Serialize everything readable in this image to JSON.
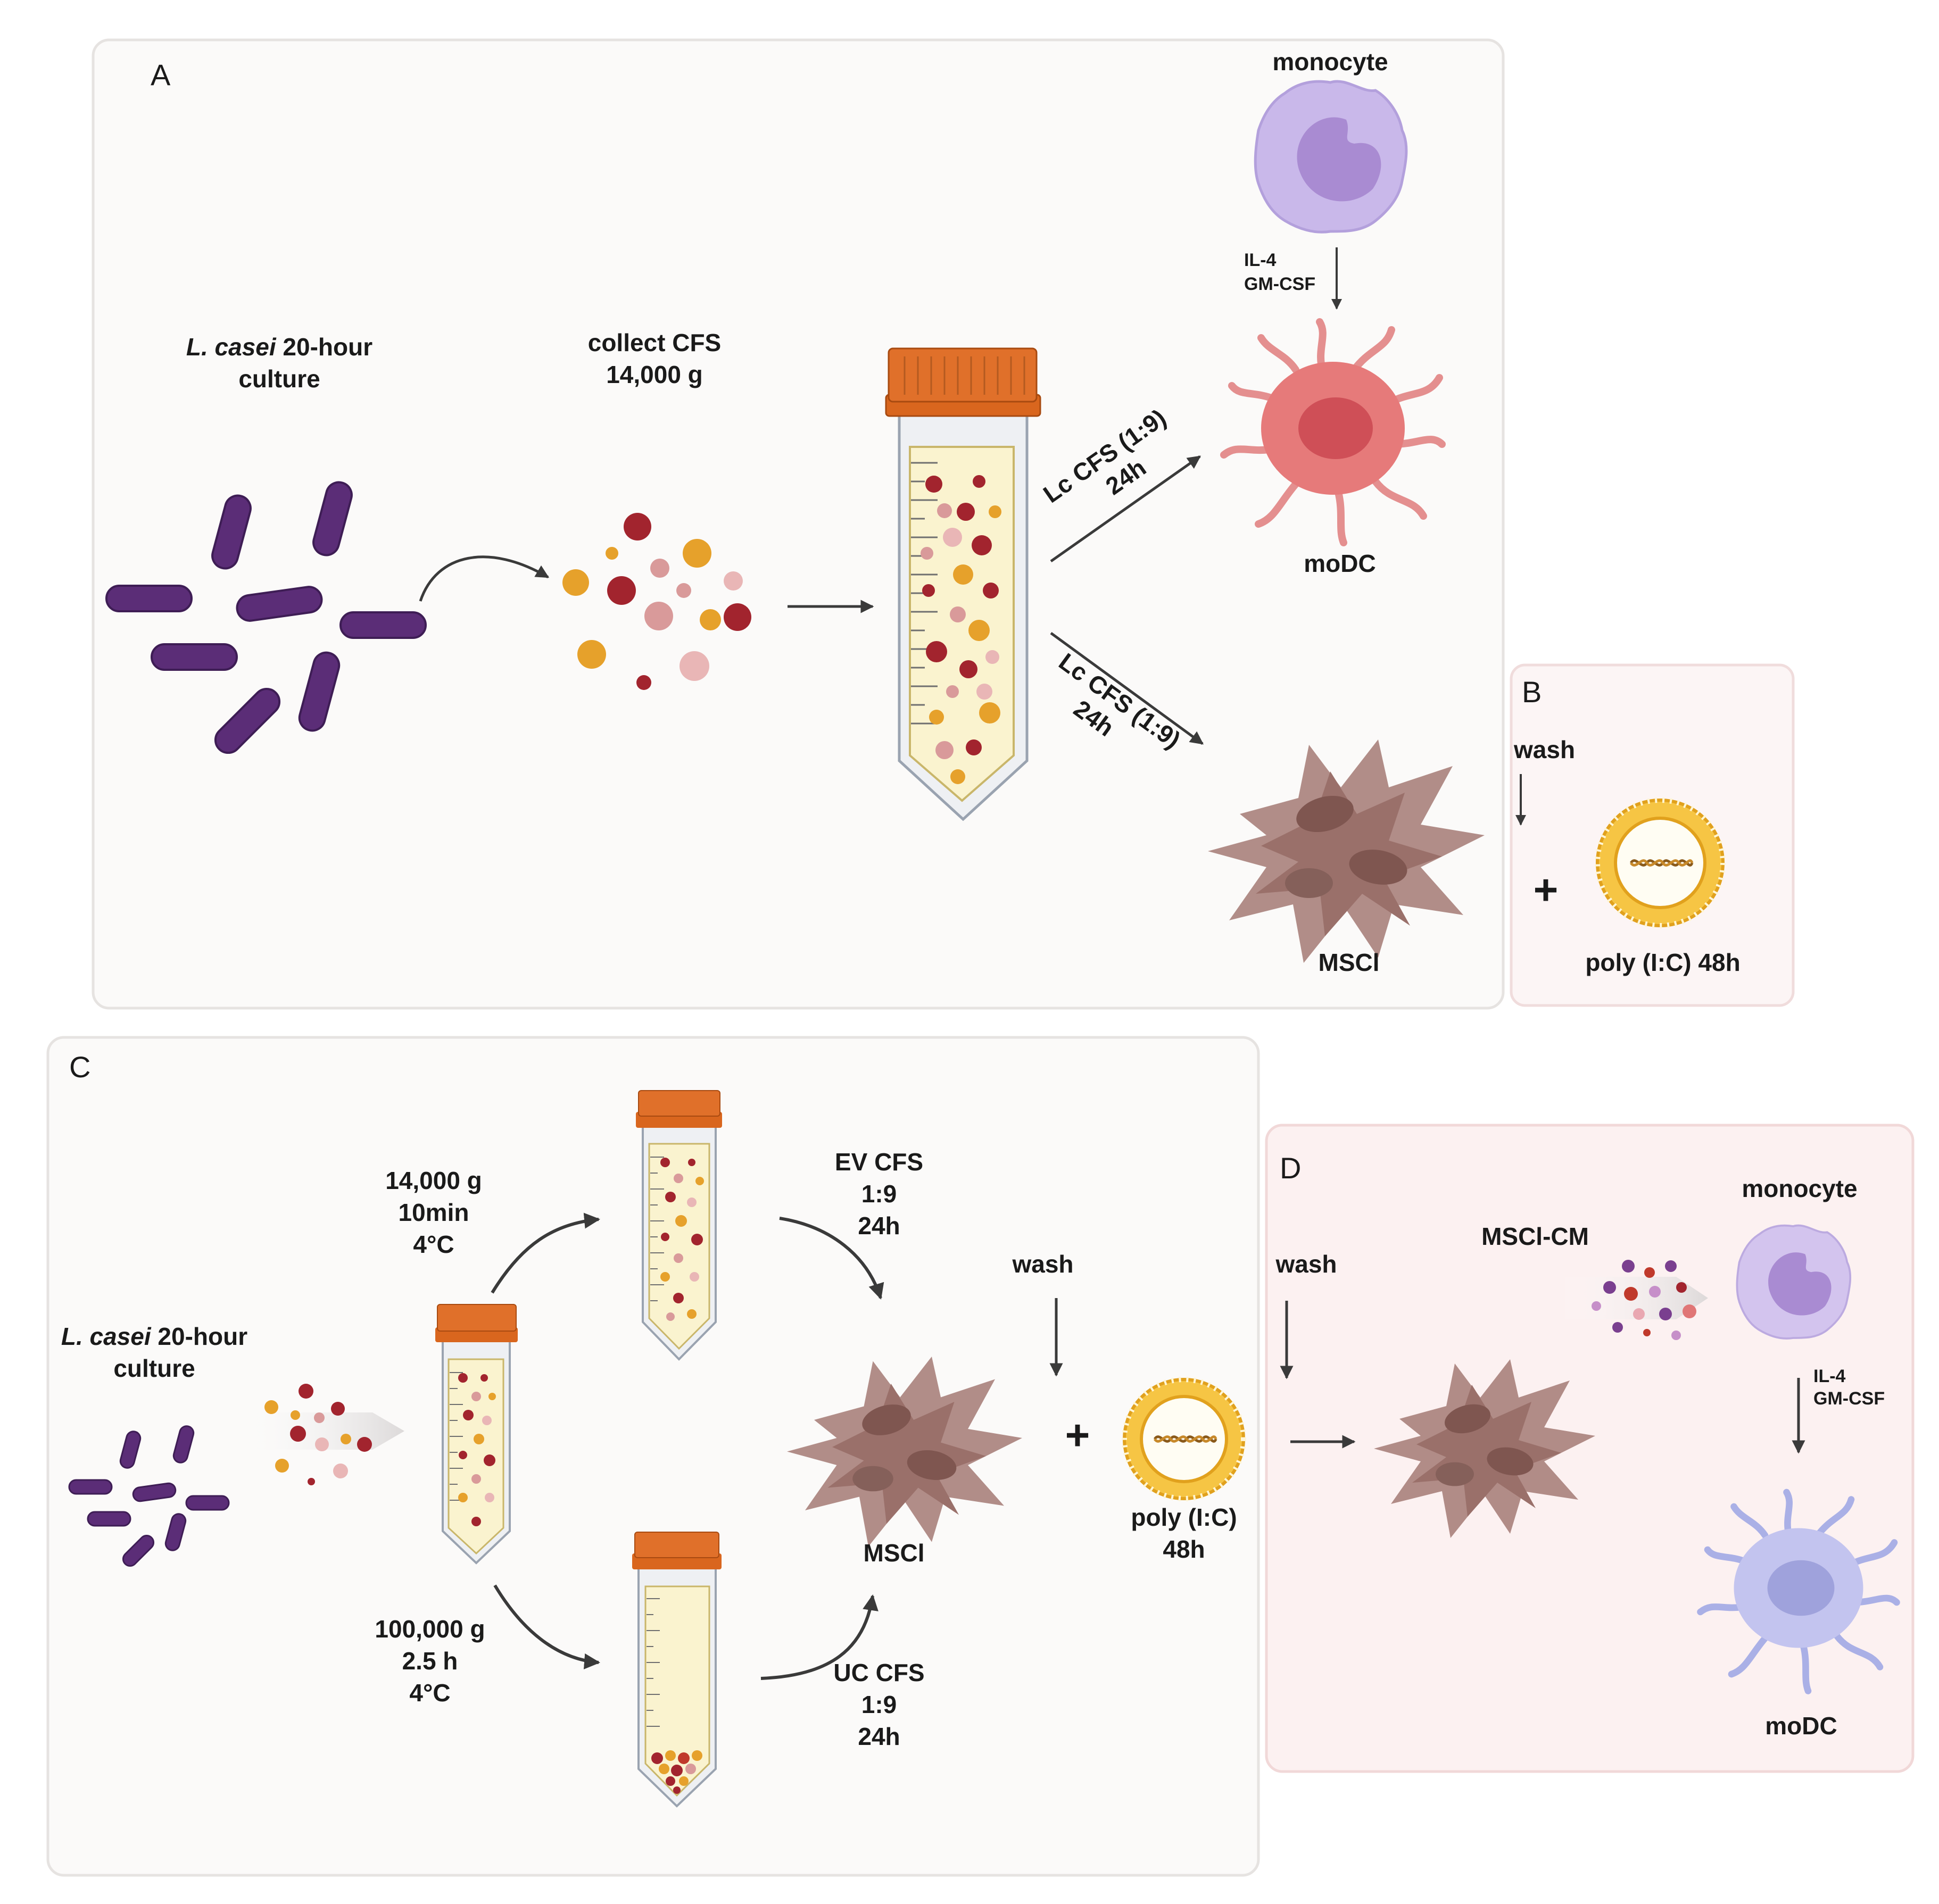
{
  "colors": {
    "bacteria": "#5b2d77",
    "bead_orange": "#e6a12b",
    "bead_red": "#a2242e",
    "bead_pink": "#d99a9a",
    "tube_cap": "#d9661e",
    "tube_liquid": "#faf3cf",
    "monocyte": "#c3b2e6",
    "modc_red": "#e07676",
    "modc_purple": "#bcbcea",
    "mscl": "#a9817b",
    "liposome": "#f2b52b",
    "panel_bg_gray": "#fbfaf9",
    "panel_bg_pink": "#fcf4f4"
  },
  "panel_a": {
    "letter": "A",
    "culture_label": {
      "italic": "L. casei",
      "rest": " 20-hour",
      "line2": "culture"
    },
    "collect_label": [
      "collect CFS",
      "14,000 g"
    ],
    "arrow_up_label": [
      "Lc CFS (1:9)",
      "24h"
    ],
    "arrow_down_label": [
      "Lc CFS (1:9)",
      "24h"
    ],
    "monocyte_label": "monocyte",
    "cytokines": [
      "IL-4",
      "GM-CSF"
    ],
    "modc_label": "moDC",
    "mscl_label": "MSCl"
  },
  "panel_b": {
    "letter": "B",
    "wash": "wash",
    "plus": "+",
    "polyic": "poly (I:C) 48h"
  },
  "panel_c": {
    "letter": "C",
    "culture_label": {
      "italic": "L. casei",
      "rest": " 20-hour",
      "line2": "culture"
    },
    "top_spin": [
      "14,000 g",
      "10min",
      "4°C"
    ],
    "bottom_spin": [
      "100,000 g",
      "2.5 h",
      "4°C"
    ],
    "ev_label": [
      "EV CFS",
      "1:9",
      "24h"
    ],
    "uc_label": [
      "UC CFS",
      "1:9",
      "24h"
    ],
    "mscl_label": "MSCl",
    "wash": "wash",
    "plus": "+",
    "polyic": [
      "poly (I:C)",
      "48h"
    ]
  },
  "panel_d": {
    "letter": "D",
    "wash": "wash",
    "cm_label": "MSCl-CM",
    "monocyte_label": "monocyte",
    "cytokines": [
      "IL-4",
      "GM-CSF"
    ],
    "modc_label": "moDC"
  }
}
